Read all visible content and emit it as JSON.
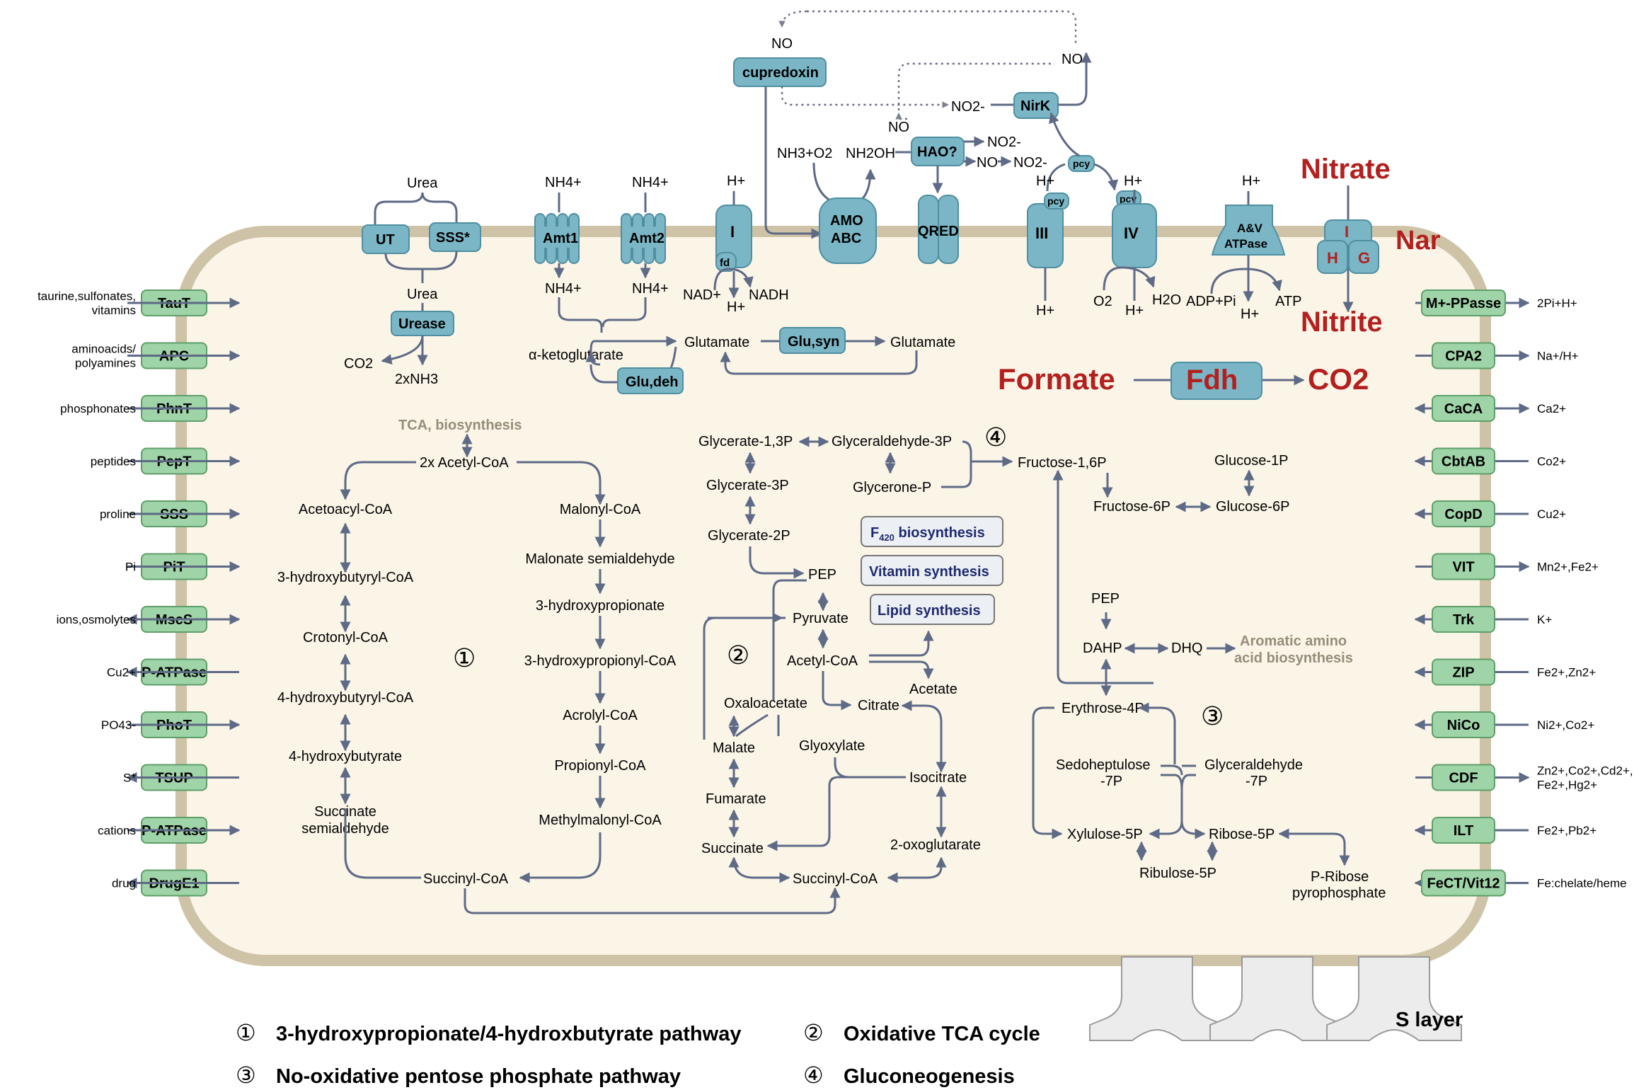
{
  "pathways": {
    "n1": "①",
    "n2": "②",
    "n3": "③",
    "n4": "④",
    "legend": [
      {
        "num": "①",
        "text": "3-hydroxypropionate/4-hydroxbutyrate pathway"
      },
      {
        "num": "②",
        "text": "Oxidative TCA cycle"
      },
      {
        "num": "③",
        "text": "No-oxidative pentose phosphate pathway"
      },
      {
        "num": "④",
        "text": "Gluconeogenesis"
      }
    ]
  },
  "left_transporters": [
    {
      "name": "TauT",
      "substrate": "taurine,sulfonates,\nvitamins",
      "dir": "in"
    },
    {
      "name": "APC",
      "substrate": "aminoacids/\npolyamines",
      "dir": "in"
    },
    {
      "name": "PhnT",
      "substrate": "phosphonates",
      "dir": "in"
    },
    {
      "name": "PepT",
      "substrate": "peptides",
      "dir": "in"
    },
    {
      "name": "SSS",
      "substrate": "proline",
      "dir": "in"
    },
    {
      "name": "PiT",
      "substrate": "Pi",
      "dir": "in"
    },
    {
      "name": "MscS",
      "substrate": "ions,osmolytes",
      "dir": "both"
    },
    {
      "name": "P-ATPase",
      "substrate": "Cu2+",
      "dir": "out"
    },
    {
      "name": "PhoT",
      "substrate": "PO43-",
      "dir": "in"
    },
    {
      "name": "TSUP",
      "substrate": "S*",
      "dir": "out"
    },
    {
      "name": "P-ATPase",
      "substrate": "cations",
      "dir": "in"
    },
    {
      "name": "DrugE1",
      "substrate": "drug",
      "dir": "out"
    }
  ],
  "right_transporters": [
    {
      "name": "M+-PPasse",
      "substrate": "2Pi+H+",
      "dir": "out"
    },
    {
      "name": "CPA2",
      "substrate": "Na+/H+",
      "dir": "out"
    },
    {
      "name": "CaCA",
      "substrate": "Ca2+",
      "dir": "both"
    },
    {
      "name": "CbtAB",
      "substrate": "Co2+",
      "dir": "in"
    },
    {
      "name": "CopD",
      "substrate": "Cu2+",
      "dir": "in"
    },
    {
      "name": "VIT",
      "substrate": "Mn2+,Fe2+",
      "dir": "out"
    },
    {
      "name": "Trk",
      "substrate": "K+",
      "dir": "in"
    },
    {
      "name": "ZIP",
      "substrate": "Fe2+,Zn2+",
      "dir": "in"
    },
    {
      "name": "NiCo",
      "substrate": "Ni2+,Co2+",
      "dir": "in"
    },
    {
      "name": "CDF",
      "substrate": "Zn2+,Co2+,Cd2+,\nFe2+,Hg2+",
      "dir": "out"
    },
    {
      "name": "ILT",
      "substrate": "Fe2+,Pb2+",
      "dir": "in"
    },
    {
      "name": "FeCT/Vit12",
      "substrate": "Fe:chelate/heme",
      "dir": "in"
    }
  ],
  "membrane_proteins": {
    "ut": "UT",
    "sss": "SSS*",
    "amt1": "Amt1",
    "amt2": "Amt2",
    "complex1": "I",
    "fd": "fd",
    "amo": "AMO\nABC",
    "qred": "QRED",
    "complex3": "III",
    "complex4": "IV",
    "atpase": "A&V\nATPase",
    "pcy": "pcy",
    "urease": "Urease",
    "glu_syn": "Glu,syn",
    "glu_deh": "Glu,deh",
    "cupredoxin": "cupredoxin",
    "nirk": "NirK",
    "hao": "HAO?",
    "nar_i": "I",
    "nar_h": "H",
    "nar_g": "G",
    "nar": "Nar",
    "fdh": "Fdh"
  },
  "top_labels": {
    "urea_out": "Urea",
    "urea_in": "Urea",
    "co2": "CO2",
    "nh3": "2xNH3",
    "nh4": "NH4+",
    "h_plus": "H+",
    "nad": "NAD+",
    "nadh": "NADH",
    "akg": "α-ketoglutarate",
    "glutamate": "Glutamate",
    "nh3o2": "NH3+O2",
    "nh2oh": "NH2OH",
    "no": "NO",
    "no2": "NO2-",
    "o2": "O2",
    "h2o": "H2O",
    "adp": "ADP+Pi",
    "atp": "ATP"
  },
  "nitrogen": {
    "nitrate": "Nitrate",
    "nitrite": "Nitrite",
    "formate": "Formate",
    "co2": "CO2"
  },
  "pathway1": {
    "tca": "TCA, biosynthesis",
    "acetyl": "2x Acetyl-CoA",
    "left": [
      "Acetoacyl-CoA",
      "3-hydroxybutyryl-CoA",
      "Crotonyl-CoA",
      "4-hydroxybutyryl-CoA",
      "4-hydroxybutyrate",
      "Succinate\nsemialdehyde"
    ],
    "right": [
      "Malonyl-CoA",
      "Malonate semialdehyde",
      "3-hydroxypropionate",
      "3-hydroxypropionyl-CoA",
      "Acrolyl-CoA",
      "Propionyl-CoA",
      "Methylmalonyl-CoA"
    ],
    "succinyl": "Succinyl-CoA"
  },
  "pathway2": {
    "g13": "Glycerate-1,3P",
    "g3p": "Glyceraldehyde-3P",
    "g3": "Glycerate-3P",
    "gp": "Glycerone-P",
    "g2": "Glycerate-2P",
    "pep": "PEP",
    "pyr": "Pyruvate",
    "acoa": "Acetyl-CoA",
    "acetate": "Acetate",
    "oaa": "Oxaloacetate",
    "citrate": "Citrate",
    "malate": "Malate",
    "glyox": "Glyoxylate",
    "isocit": "Isocitrate",
    "fum": "Fumarate",
    "succ": "Succinate",
    "oxo": "2-oxoglutarate",
    "succoa": "Succinyl-CoA"
  },
  "syntheses": [
    "F420 biosynthesis",
    "Vitamin synthesis",
    "Lipid synthesis"
  ],
  "pathway3": {
    "f16": "Fructose-1,6P",
    "g1p": "Glucose-1P",
    "f6p": "Fructose-6P",
    "g6p": "Glucose-6P",
    "pep": "PEP",
    "dahp": "DAHP",
    "dhq": "DHQ",
    "aro": "Aromatic amino\nacid biosynthesis",
    "e4p": "Erythrose-4P",
    "s7p": "Sedoheptulose\n-7P",
    "ga3p": "Glyceraldehyde\n-7P",
    "x5p": "Xylulose-5P",
    "r5p": "Ribose-5P",
    "ru5p": "Ribulose-5P",
    "prpp": "P-Ribose\npyrophosphate"
  },
  "s_layer": "S layer",
  "colors": {
    "cell_fill": "#fbf5e8",
    "cell_border": "#cfc3a7",
    "blue": "#7ab6c6",
    "green": "#9fd3a8",
    "red": "#b3201e",
    "navy": "#1e2a6e",
    "line": "#5e6a86"
  }
}
